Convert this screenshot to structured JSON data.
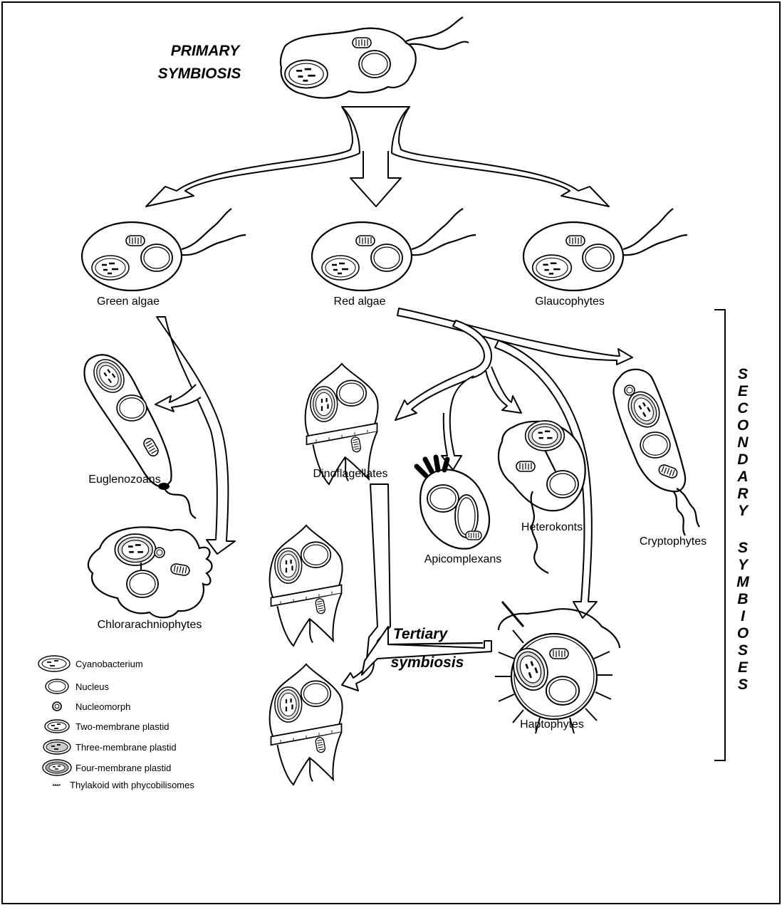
{
  "title": {
    "line1": "PRIMARY",
    "line2": "SYMBIOSIS"
  },
  "organisms": {
    "green_algae": "Green algae",
    "red_algae": "Red algae",
    "glaucophytes": "Glaucophytes",
    "euglenozoans": "Euglenozoans",
    "dinoflagellates": "Dinoflagellates",
    "chlorarachniophytes": "Chlorarachniophytes",
    "apicomplexans": "Apicomplexans",
    "heterokonts": "Heterokonts",
    "cryptophytes": "Cryptophytes",
    "haptophytes": "Haptophytes"
  },
  "tertiary": {
    "line1": "Tertiary",
    "line2": "symbiosis"
  },
  "secondary_letters": [
    "S",
    "E",
    "C",
    "O",
    "N",
    "D",
    "A",
    "R",
    "Y",
    "",
    "S",
    "Y",
    "M",
    "B",
    "I",
    "O",
    "S",
    "E",
    "S"
  ],
  "legend": [
    {
      "label": "Cyanobacterium",
      "icon": "cyanobacterium-icon"
    },
    {
      "label": "Nucleus",
      "icon": "nucleus-icon"
    },
    {
      "label": "Nucleomorph",
      "icon": "nucleomorph-icon"
    },
    {
      "label": "Two-membrane plastid",
      "icon": "two-membrane-plastid-icon"
    },
    {
      "label": "Three-membrane plastid",
      "icon": "three-membrane-plastid-icon"
    },
    {
      "label": "Four-membrane plastid",
      "icon": "four-membrane-plastid-icon"
    },
    {
      "label": "Thylakoid with phycobilisomes",
      "icon": "thylakoid-icon"
    }
  ]
}
